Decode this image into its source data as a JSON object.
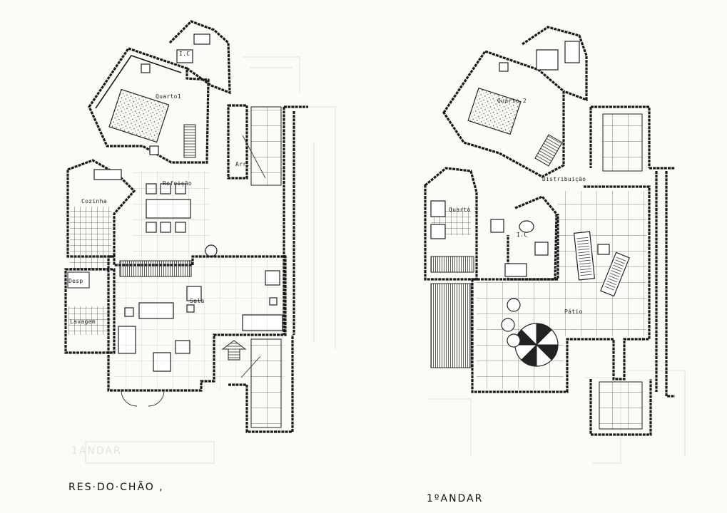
{
  "ground_floor": {
    "title": "RES·DO·CHÃO ,",
    "ghost_label": "1ANDAR",
    "rooms": {
      "ic": "I.C",
      "quarto": "Quarto1",
      "arr": "Arr.",
      "refeicao": "Refeição",
      "cozinha": "Cozinha",
      "desp": "Desp",
      "sala": "Sala",
      "lavagem": "Lavagem"
    }
  },
  "first_floor": {
    "title": "1ºANDAR",
    "rooms": {
      "quarto2": "Quarto 2",
      "distribuicao": "Distribuição",
      "quarto3": "Quarto 3",
      "ic": "I.C",
      "patio": "Pátio"
    }
  },
  "colors": {
    "ink": "#1a1a1a",
    "paper": "#fbfbf8",
    "ghost": "#e6e6e6"
  }
}
